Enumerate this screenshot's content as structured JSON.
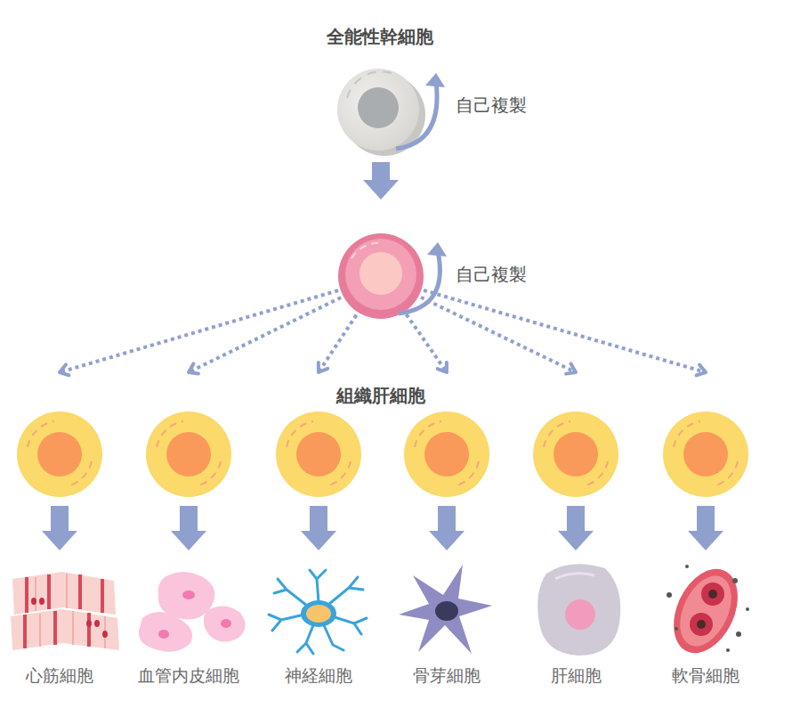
{
  "diagram": {
    "nodes": [
      {
        "text": [
          "全能性幹細胞",
          "自己複製"
        ]
      },
      {
        "text": [
          "自己複製"
        ]
      },
      {
        "text": [
          "心筋細胞"
        ]
      },
      {
        "text": [
          "血管内皮細胞"
        ]
      },
      {
        "text": [
          "神経細胞"
        ]
      },
      {
        "text": [
          "骨芽細胞"
        ]
      },
      {
        "text": [
          "肝細胞"
        ]
      },
      {
        "text": [
          "軟骨細胞"
        ]
      }
    ],
    "edges": [
      {
        "from": 0,
        "to": 1,
        "arrow": "to"
      },
      {
        "from": 1,
        "to": 2,
        "arrow": "to"
      },
      {
        "from": 1,
        "to": 3,
        "arrow": "to"
      },
      {
        "from": 1,
        "to": 4,
        "arrow": "to"
      },
      {
        "from": 1,
        "to": 5,
        "arrow": "to"
      },
      {
        "from": 1,
        "to": 6,
        "arrow": "to"
      },
      {
        "from": 1,
        "to": 7,
        "arrow": "to"
      }
    ],
    "labels": [
      "組織肝細胞"
    ]
  }
}
